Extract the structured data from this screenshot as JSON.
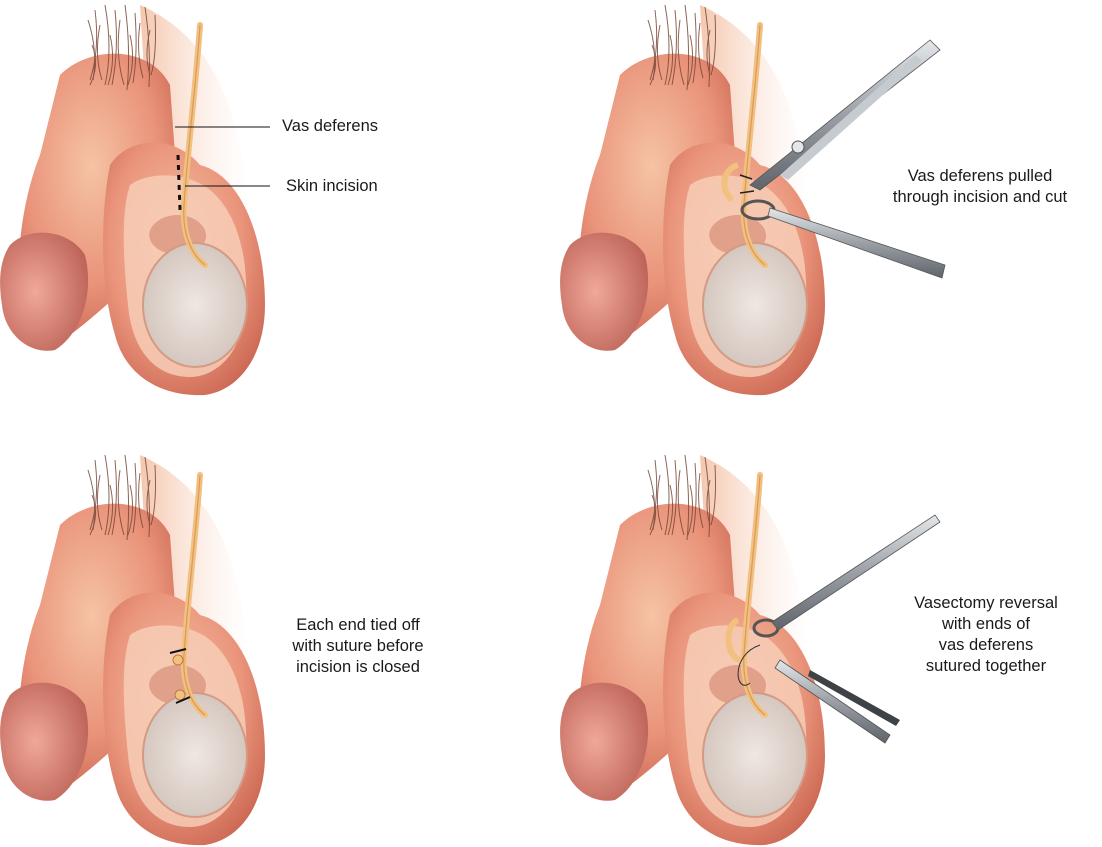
{
  "panels": [
    {
      "id": "panel-1",
      "labels": [
        "Vas deferens",
        "Skin incision"
      ]
    },
    {
      "id": "panel-2",
      "caption_lines": [
        "Vas deferens pulled",
        "through incision and cut"
      ]
    },
    {
      "id": "panel-3",
      "caption_lines": [
        "Each end tied off",
        "with suture before",
        "incision is closed"
      ]
    },
    {
      "id": "panel-4",
      "caption_lines": [
        "Vasectomy reversal",
        "with ends of",
        "vas deferens",
        "sutured together"
      ]
    }
  ],
  "colors": {
    "skin_light": "#f6c3a4",
    "skin_mid": "#e9937a",
    "skin_dark": "#c8624e",
    "glans": "#d9776a",
    "testis": "#e6dcd6",
    "vas": "#f2c07f",
    "hair": "#7a4a3a",
    "steel": "#9aa0a6"
  },
  "icons": [
    "surgical-clamp-icon",
    "needle-holder-icon"
  ]
}
